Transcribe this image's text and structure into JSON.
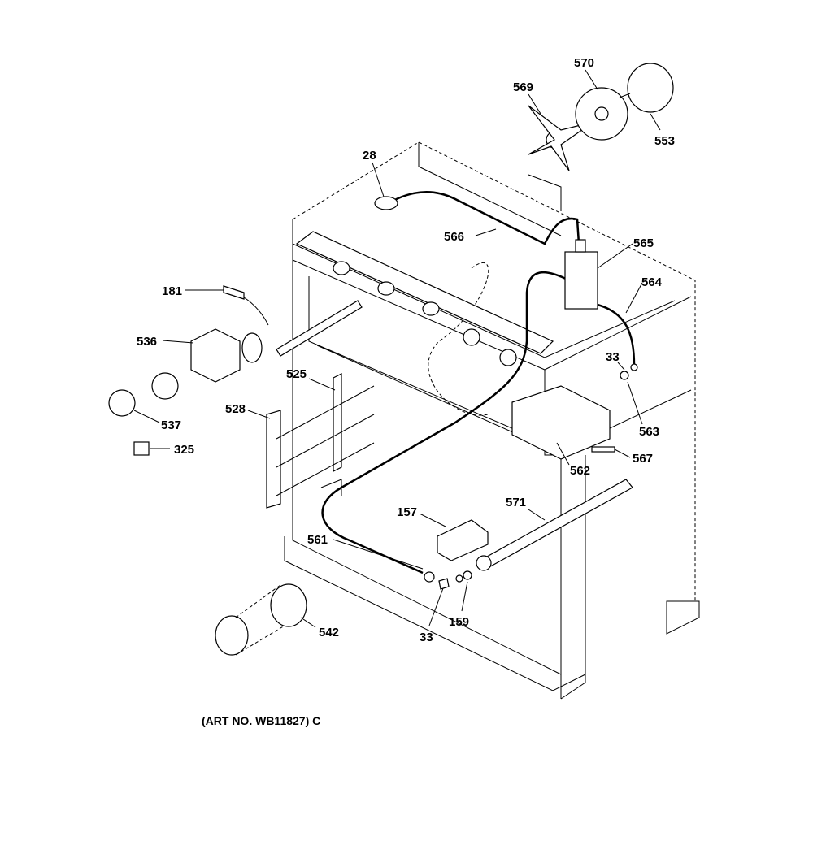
{
  "diagram": {
    "callouts": [
      "28",
      "570",
      "569",
      "553",
      "566",
      "565",
      "564",
      "181",
      "536",
      "33",
      "525",
      "528",
      "563",
      "537",
      "325",
      "562",
      "567",
      "571",
      "157",
      "561",
      "542",
      "159",
      "33"
    ],
    "caption": "(ART NO. WB11827) C"
  }
}
